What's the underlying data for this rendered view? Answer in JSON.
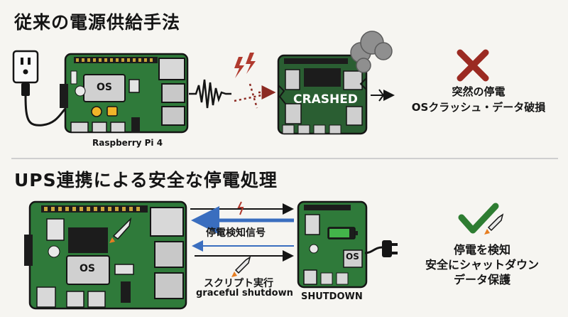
{
  "section_legacy": {
    "title": "従来の電源供給手法",
    "board_label": "Raspberry Pi 4",
    "os_label": "OS",
    "crashed_label": "CRASHED",
    "result_line1": "突然の停電",
    "result_line2": "OSクラッシュ・データ破損"
  },
  "section_ups": {
    "title": "UPS連携による安全な停電処理",
    "os_label_main": "OS",
    "os_label_ups": "OS",
    "signal_label": "停電検知信号",
    "script_label": "スクリプト実行",
    "graceful_label": "graceful shutdown",
    "shutdown_label": "SHUTDOWN",
    "result_line1": "停電を検知",
    "result_line2": "安全にシャットダウン",
    "result_line3": "データ保護"
  },
  "colors": {
    "board": "#2f7a3a",
    "board_dark": "#245f2c",
    "chip": "#2a2a2a",
    "cross": "#9b2a22",
    "check": "#2e7d32",
    "arrow_blue": "#3a6ebf",
    "spark": "#c0392b",
    "lightning": "#b03a2e"
  }
}
